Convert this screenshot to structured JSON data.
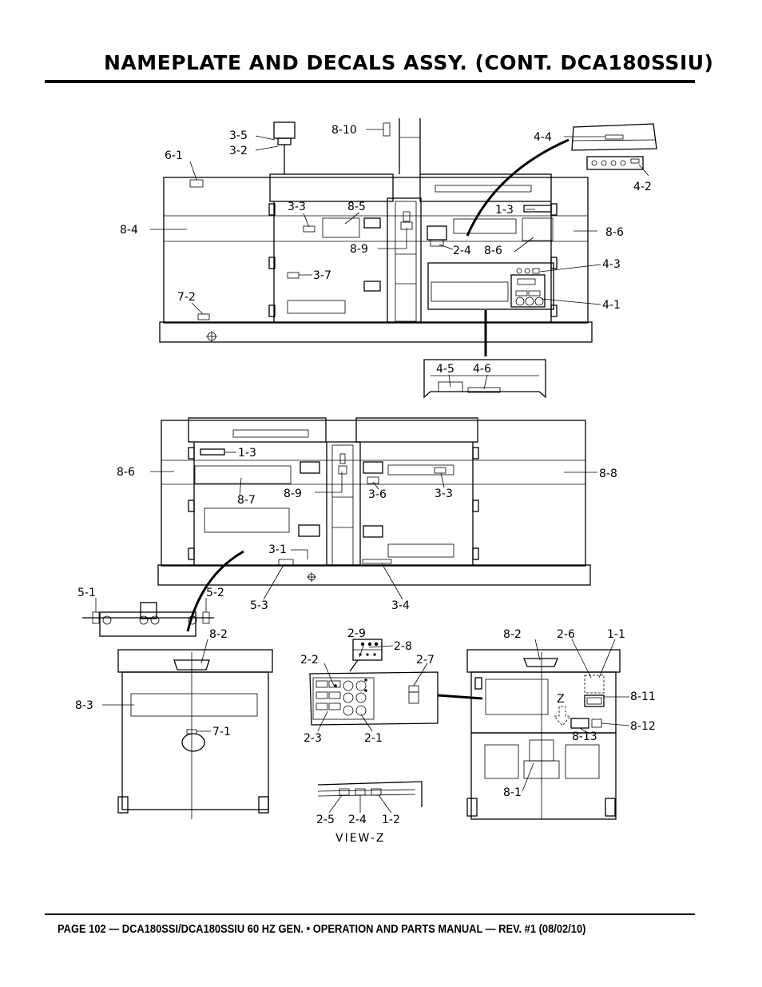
{
  "page": {
    "title": "NAMEPLATE AND DECALS ASSY. (CONT. DCA180SSIU)",
    "footer": "PAGE 102 — DCA180SSI/DCA180SSIU 60 HZ GEN. • OPERATION AND PARTS MANUAL — REV. #1 (08/02/10)"
  },
  "callouts": {
    "top": {
      "c35": "3-5",
      "c32": "3-2",
      "c810": "8-10",
      "c44": "4-4",
      "c61": "6-1",
      "c42": "4-2",
      "c33": "3-3",
      "c85": "8-5",
      "c13": "1-3",
      "c84": "8-4",
      "c86a": "8-6",
      "c89": "8-9",
      "c24": "2-4",
      "c86b": "8-6",
      "c43": "4-3",
      "c37": "3-7",
      "c72": "7-2",
      "c41": "4-1",
      "c45": "4-5",
      "c46": "4-6"
    },
    "middle": {
      "c13": "1-3",
      "c86": "8-6",
      "c88": "8-8",
      "c87": "8-7",
      "c89": "8-9",
      "c36": "3-6",
      "c33": "3-3",
      "c31": "3-1",
      "c51": "5-1",
      "c52": "5-2",
      "c53": "5-3",
      "c34": "3-4"
    },
    "bottom": {
      "c82a": "8-2",
      "c83": "8-3",
      "c71": "7-1",
      "c29": "2-9",
      "c28": "2-8",
      "c22": "2-2",
      "c27": "2-7",
      "c23": "2-3",
      "c21": "2-1",
      "c82b": "8-2",
      "c26": "2-6",
      "c11": "1-1",
      "cz": "Z",
      "c811": "8-11",
      "c812": "8-12",
      "c813": "8-13",
      "c81": "8-1",
      "c25": "2-5",
      "c24": "2-4",
      "c12": "1-2",
      "viewz": "VIEW-Z"
    }
  }
}
